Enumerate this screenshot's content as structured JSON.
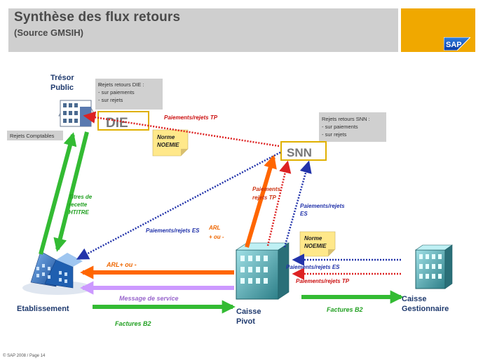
{
  "header": {
    "title": "Synthèse des flux retours",
    "subtitle": "(Source GMSIH)",
    "logo_text": "SAP"
  },
  "nodes": {
    "tresor": "Trésor\nPublic",
    "die": "DIE",
    "snn": "SNN",
    "etablissement": "Etablissement",
    "caisse_pivot": "Caisse\nPivot",
    "caisse_gestionnaire": "Caisse\nGestionnaire"
  },
  "notes": {
    "rejets_die": "Rejets retours DIE :\n- sur paiements\n- sur rejets",
    "rejets_snn": "Rejets retours SNN :\n- sur paiements\n- sur rejets",
    "rejets_comptables": "Rejets Comptables",
    "norme_noemie_1": "Norme\nNOEMIE",
    "norme_noemie_2": "Norme\nNOEMIE"
  },
  "labels": {
    "paiements_tp_top": "Paiements/rejets TP",
    "titres_recette": "Titres de\nrecette\nHTITRE",
    "paiements_es_left": "Paiements/rejets ES",
    "arl_ou": "ARL\n+ ou -",
    "paiements_tp_mid": "Paiements\nrejets TP",
    "paiements_es_right": "Paiements/rejets\nES",
    "arl_plus_ou": "ARL+ ou -",
    "message_service": "Message de service",
    "factures_b2_left": "Factures B2",
    "paiements_es_bottom": "Paiements/rejets ES",
    "paiements_tp_bottom": "Paiements/rejets TP",
    "factures_b2_right": "Factures B2"
  },
  "colors": {
    "green": "#33bb33",
    "orange": "#ff6600",
    "lavender": "#cc99ff",
    "blue_dots": "#2233aa",
    "red_dots": "#dd2222",
    "yellow_box": "#ffe88a",
    "gold": "#f0a800"
  },
  "footer": {
    "text": "© SAP 2008 / Page 14"
  }
}
